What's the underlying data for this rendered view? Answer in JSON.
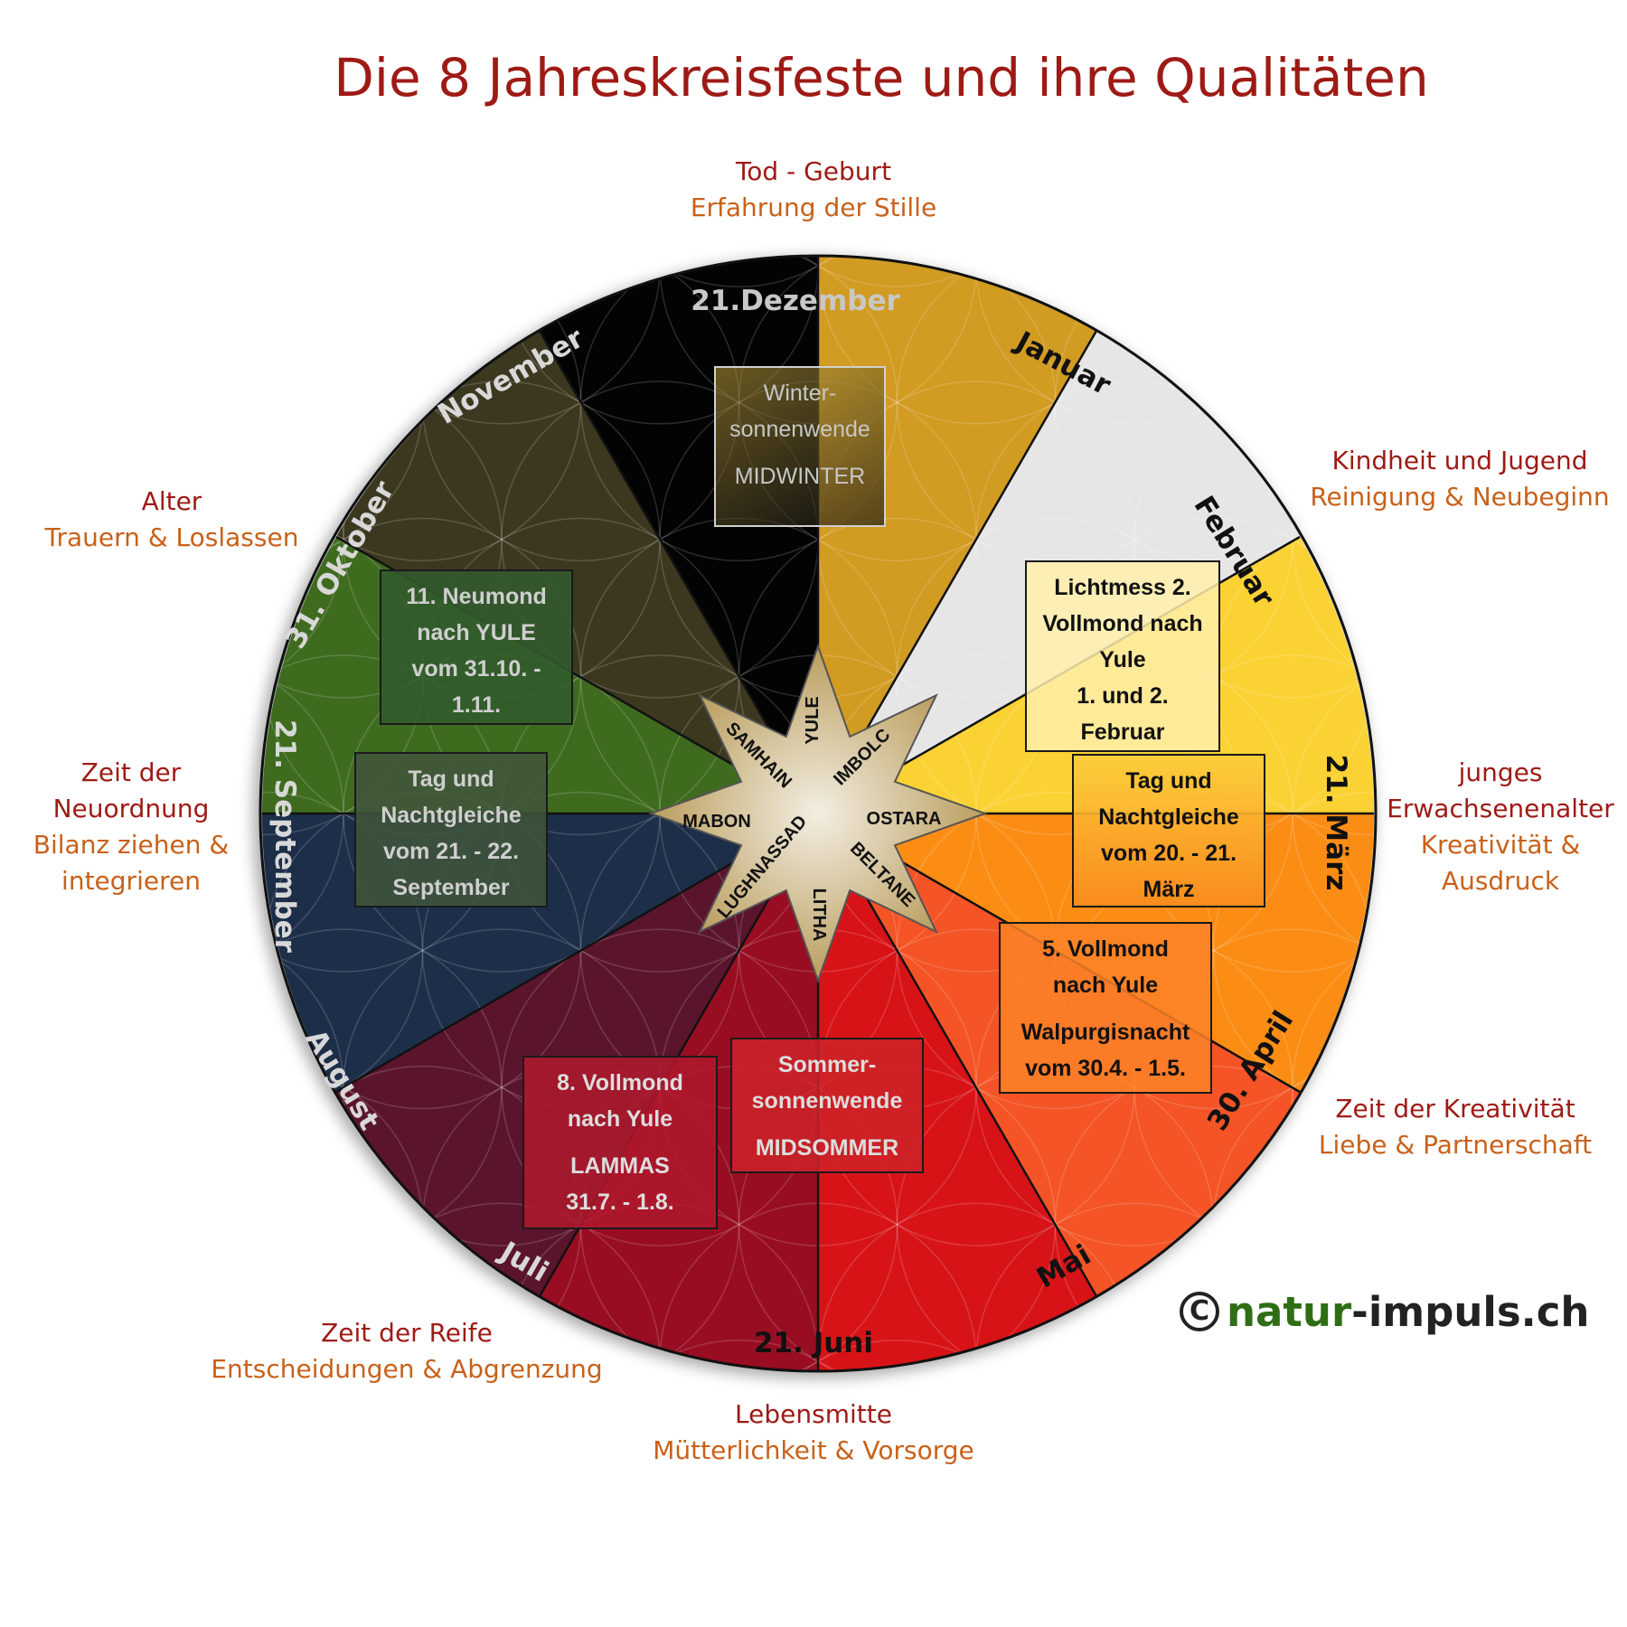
{
  "title": "Die 8 Jahreskreisfeste und ihre Qualitäten",
  "colors": {
    "title": "#9e1a15",
    "phase": "#9e1a15",
    "quality": "#c8611a",
    "brand_green": "#2f6e14"
  },
  "segments": [
    {
      "name": "december-january",
      "color": "#d29b22"
    },
    {
      "name": "january-february",
      "color": "#e6e6e6"
    },
    {
      "name": "february-march",
      "color": "#fbd234"
    },
    {
      "name": "march-april",
      "color": "#fb8d15"
    },
    {
      "name": "april-may",
      "color": "#f45426"
    },
    {
      "name": "may-june",
      "color": "#d71317"
    },
    {
      "name": "june-july",
      "color": "#980d22"
    },
    {
      "name": "july-august",
      "color": "#5a152c"
    },
    {
      "name": "august-september",
      "color": "#1d2e48"
    },
    {
      "name": "september-october",
      "color": "#3f6b1f"
    },
    {
      "name": "october-november",
      "color": "#3c3820"
    },
    {
      "name": "november-december",
      "color": "#030303"
    }
  ],
  "months": {
    "dezember": "21.Dezember",
    "januar": "Januar",
    "februar": "Februar",
    "maerz": "21. März",
    "april": "30. April",
    "mai": "Mai",
    "juni": "21. Juni",
    "juli": "Juli",
    "august": "August",
    "september": "21. September",
    "oktober": "31. Oktober",
    "november": "November"
  },
  "festivals": {
    "yule": "YULE",
    "imbolc": "IMBOLC",
    "ostara": "OSTARA",
    "beltane": "BELTANE",
    "litha": "LITHA",
    "lughnassad": "LUGHNASSAD",
    "mabon": "MABON",
    "samhain": "SAMHAIN"
  },
  "phases": {
    "top": {
      "phase": "Tod - Geburt",
      "quality": "Erfahrung der Stille"
    },
    "upper_right": {
      "phase": "Kindheit und Jugend",
      "quality": "Reinigung & Neubeginn"
    },
    "right": {
      "phase_1": "junges",
      "phase_2": "Erwachsenenalter",
      "quality_1": "Kreativität &",
      "quality_2": "Ausdruck"
    },
    "lower_right": {
      "phase": "Zeit der Kreativität",
      "quality": "Liebe & Partnerschaft"
    },
    "bottom": {
      "phase": "Lebensmitte",
      "quality": "Mütterlichkeit & Vorsorge"
    },
    "lower_left": {
      "phase": "Zeit der Reife",
      "quality": "Entscheidungen & Abgrenzung"
    },
    "left": {
      "phase_1": "Zeit der",
      "phase_2": "Neuordnung",
      "quality_1": "Bilanz ziehen &",
      "quality_2": "integrieren"
    },
    "upper_left": {
      "phase": "Alter",
      "quality": "Trauern & Loslassen"
    }
  },
  "boxes": {
    "winter": {
      "l1": "Winter-",
      "l2": "sonnenwende",
      "l3": "MIDWINTER"
    },
    "lichtmess": {
      "l1": "Lichtmess 2.",
      "l2": "Vollmond nach",
      "l3": "Yule",
      "l4": "1. und 2.",
      "l5": "Februar"
    },
    "spring": {
      "l1": "Tag und",
      "l2": "Nachtgleiche",
      "l3": "vom 20. - 21.",
      "l4": "März"
    },
    "walpurgis": {
      "l1": "5. Vollmond",
      "l2": "nach Yule",
      "l3": "Walpurgisnacht",
      "l4": "vom 30.4. - 1.5."
    },
    "summer": {
      "l1": "Sommer-",
      "l2": "sonnenwende",
      "l3": "MIDSOMMER"
    },
    "lammas": {
      "l1": "8. Vollmond",
      "l2": "nach Yule",
      "l3": "LAMMAS",
      "l4": "31.7. - 1.8."
    },
    "autumn": {
      "l1": "Tag und",
      "l2": "Nachtgleiche",
      "l3": "vom 21. - 22.",
      "l4": "September"
    },
    "samhain": {
      "l1": "11. Neumond",
      "l2": "nach YULE",
      "l3": "vom 31.10. -",
      "l4": "1.11."
    }
  },
  "copyright": {
    "symbol": "C",
    "part1": "natur",
    "part2": "-impuls.ch"
  }
}
